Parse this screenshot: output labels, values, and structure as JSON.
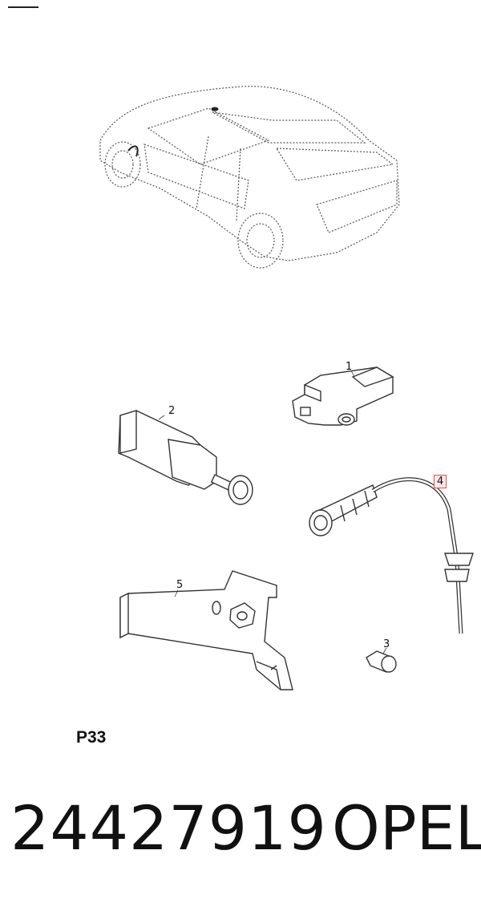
{
  "callouts": {
    "c1": "1",
    "c2": "2",
    "c3": "3",
    "c4": "4",
    "c5": "5"
  },
  "ref_code": "P33",
  "part_number": "24427919",
  "brand": "OPEL",
  "colors": {
    "line": "#333333",
    "highlight_border": "#d9534f",
    "highlight_fill": "#fde8e8"
  }
}
